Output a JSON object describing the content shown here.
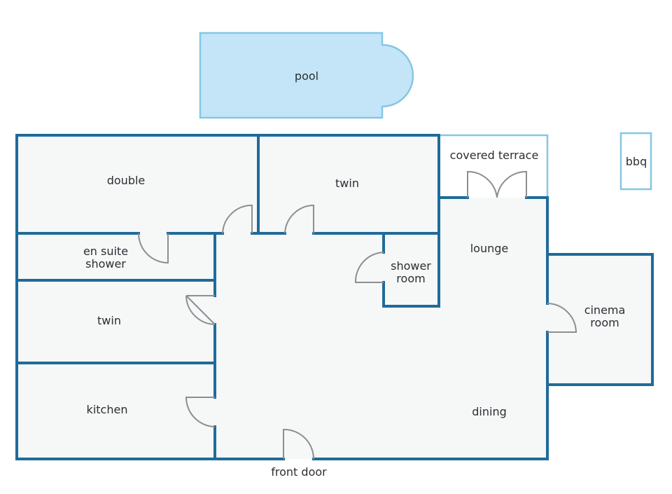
{
  "plan": {
    "rooms": {
      "pool": "pool",
      "bbq": "bbq",
      "covered_terrace": "covered terrace",
      "double": "double",
      "twin_top": "twin",
      "en_suite_line1": "en suite",
      "en_suite_line2": "shower",
      "twin_left": "twin",
      "kitchen": "kitchen",
      "shower_room_line1": "shower",
      "shower_room_line2": "room",
      "lounge": "lounge",
      "dining": "dining",
      "cinema_line1": "cinema",
      "cinema_line2": "room"
    },
    "entrance": "front door",
    "colors": {
      "wall": "#1f6b9a",
      "pool_fill": "#c4e5f7",
      "pool_outline": "#86c6e6",
      "floor": "#f6f7f7",
      "door_swing": "#8a8f93"
    }
  }
}
